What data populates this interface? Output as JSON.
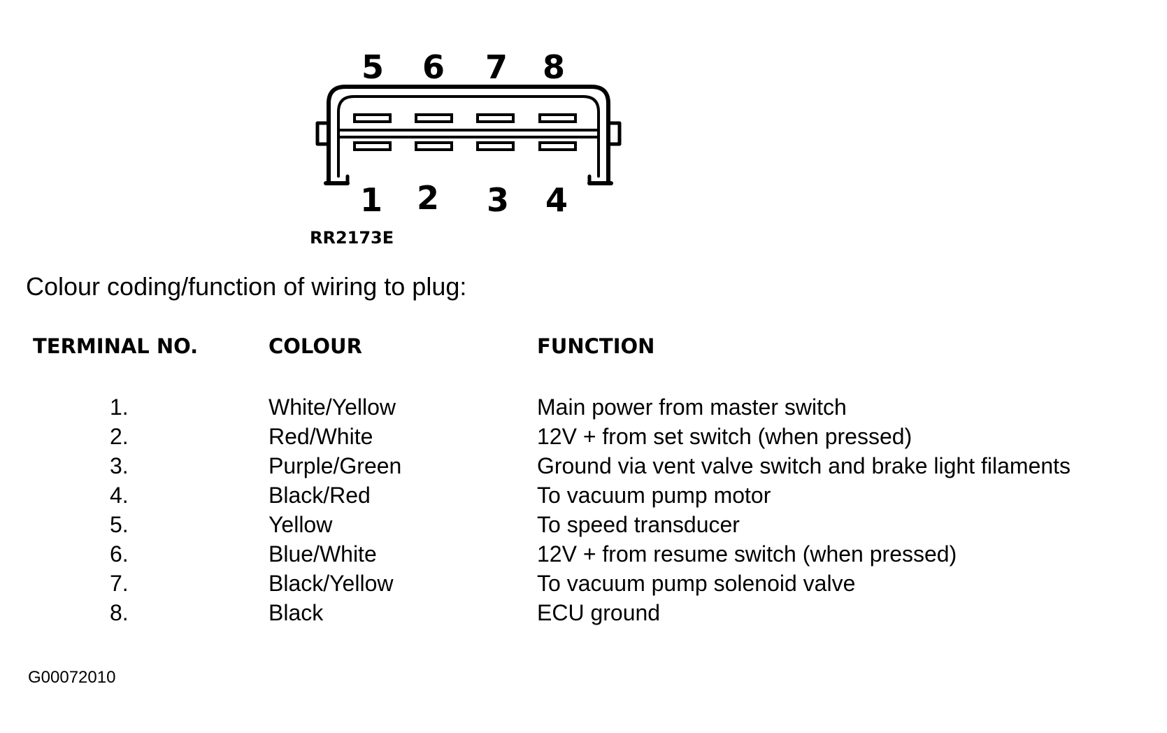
{
  "connector": {
    "top_pins": [
      "5",
      "6",
      "7",
      "8"
    ],
    "bottom_pins": [
      "1",
      "2",
      "3",
      "4"
    ],
    "part_code": "RR2173E"
  },
  "caption": "Colour coding/function of wiring to plug:",
  "table": {
    "headers": {
      "terminal": "TERMINAL NO.",
      "colour": "COLOUR",
      "function": "FUNCTION"
    },
    "rows": [
      {
        "terminal": "1.",
        "colour": "White/Yellow",
        "function": "Main power from master switch"
      },
      {
        "terminal": "2.",
        "colour": "Red/White",
        "function": "12V + from set switch (when pressed)"
      },
      {
        "terminal": "3.",
        "colour": "Purple/Green",
        "function": "Ground via vent valve switch and brake light filaments"
      },
      {
        "terminal": "4.",
        "colour": "Black/Red",
        "function": "To vacuum pump motor"
      },
      {
        "terminal": "5.",
        "colour": "Yellow",
        "function": "To speed transducer"
      },
      {
        "terminal": "6.",
        "colour": "Blue/White",
        "function": "12V + from resume switch (when pressed)"
      },
      {
        "terminal": "7.",
        "colour": "Black/Yellow",
        "function": "To vacuum pump solenoid valve"
      },
      {
        "terminal": "8.",
        "colour": "Black",
        "function": "ECU ground"
      }
    ]
  },
  "figure_id": "G00072010"
}
